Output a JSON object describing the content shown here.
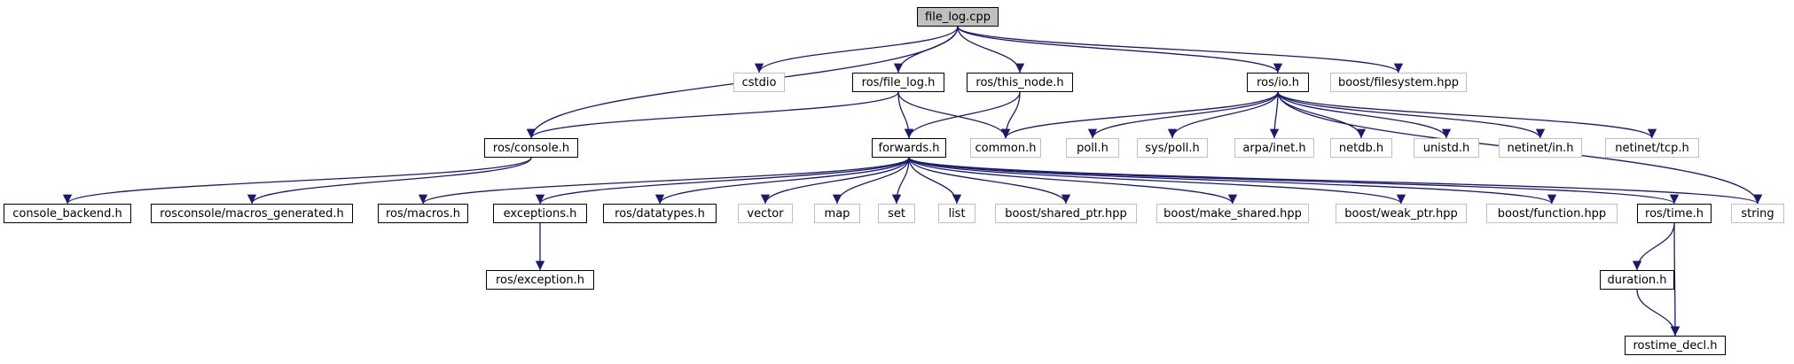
{
  "diagram": {
    "edge_color": "#191970",
    "ext_border_color": "#bfbfbf",
    "root_fill": "#bfbfbf",
    "nodes": {
      "file_log_cpp": {
        "label": "file_log.cpp",
        "style": "root"
      },
      "cstdio": {
        "label": "cstdio",
        "style": "ext"
      },
      "ros_file_log_h": {
        "label": "ros/file_log.h",
        "style": "normal"
      },
      "ros_this_node_h": {
        "label": "ros/this_node.h",
        "style": "normal"
      },
      "ros_io_h": {
        "label": "ros/io.h",
        "style": "normal"
      },
      "boost_filesystem_hpp": {
        "label": "boost/filesystem.hpp",
        "style": "ext"
      },
      "ros_console_h": {
        "label": "ros/console.h",
        "style": "normal"
      },
      "forwards_h": {
        "label": "forwards.h",
        "style": "normal"
      },
      "common_h": {
        "label": "common.h",
        "style": "ext"
      },
      "poll_h": {
        "label": "poll.h",
        "style": "ext"
      },
      "sys_poll_h": {
        "label": "sys/poll.h",
        "style": "ext"
      },
      "arpa_inet_h": {
        "label": "arpa/inet.h",
        "style": "ext"
      },
      "netdb_h": {
        "label": "netdb.h",
        "style": "ext"
      },
      "unistd_h": {
        "label": "unistd.h",
        "style": "ext"
      },
      "netinet_in_h": {
        "label": "netinet/in.h",
        "style": "ext"
      },
      "netinet_tcp_h": {
        "label": "netinet/tcp.h",
        "style": "ext"
      },
      "console_backend_h": {
        "label": "console_backend.h",
        "style": "normal"
      },
      "macros_generated_h": {
        "label": "rosconsole/macros_generated.h",
        "style": "normal"
      },
      "ros_macros_h": {
        "label": "ros/macros.h",
        "style": "normal"
      },
      "exceptions_h": {
        "label": "exceptions.h",
        "style": "normal"
      },
      "ros_datatypes_h": {
        "label": "ros/datatypes.h",
        "style": "normal"
      },
      "vector": {
        "label": "vector",
        "style": "ext"
      },
      "map": {
        "label": "map",
        "style": "ext"
      },
      "set": {
        "label": "set",
        "style": "ext"
      },
      "list": {
        "label": "list",
        "style": "ext"
      },
      "boost_shared_ptr_hpp": {
        "label": "boost/shared_ptr.hpp",
        "style": "ext"
      },
      "boost_make_shared_hpp": {
        "label": "boost/make_shared.hpp",
        "style": "ext"
      },
      "boost_weak_ptr_hpp": {
        "label": "boost/weak_ptr.hpp",
        "style": "ext"
      },
      "boost_function_hpp": {
        "label": "boost/function.hpp",
        "style": "ext"
      },
      "ros_time_h": {
        "label": "ros/time.h",
        "style": "normal"
      },
      "string": {
        "label": "string",
        "style": "ext"
      },
      "ros_exception_h": {
        "label": "ros/exception.h",
        "style": "normal"
      },
      "duration_h": {
        "label": "duration.h",
        "style": "normal"
      },
      "rostime_decl_h": {
        "label": "rostime_decl.h",
        "style": "normal"
      }
    },
    "edges": [
      [
        "file_log_cpp",
        "cstdio"
      ],
      [
        "file_log_cpp",
        "ros_file_log_h"
      ],
      [
        "file_log_cpp",
        "ros_console_h"
      ],
      [
        "file_log_cpp",
        "ros_this_node_h"
      ],
      [
        "file_log_cpp",
        "ros_io_h"
      ],
      [
        "file_log_cpp",
        "boost_filesystem_hpp"
      ],
      [
        "ros_file_log_h",
        "ros_console_h"
      ],
      [
        "ros_file_log_h",
        "forwards_h"
      ],
      [
        "ros_file_log_h",
        "common_h"
      ],
      [
        "ros_this_node_h",
        "forwards_h"
      ],
      [
        "ros_this_node_h",
        "common_h"
      ],
      [
        "ros_io_h",
        "common_h"
      ],
      [
        "ros_io_h",
        "poll_h"
      ],
      [
        "ros_io_h",
        "sys_poll_h"
      ],
      [
        "ros_io_h",
        "arpa_inet_h"
      ],
      [
        "ros_io_h",
        "netdb_h"
      ],
      [
        "ros_io_h",
        "unistd_h"
      ],
      [
        "ros_io_h",
        "netinet_in_h"
      ],
      [
        "ros_io_h",
        "netinet_tcp_h"
      ],
      [
        "ros_io_h",
        "string"
      ],
      [
        "ros_console_h",
        "console_backend_h"
      ],
      [
        "ros_console_h",
        "macros_generated_h"
      ],
      [
        "forwards_h",
        "ros_macros_h"
      ],
      [
        "forwards_h",
        "exceptions_h"
      ],
      [
        "forwards_h",
        "ros_datatypes_h"
      ],
      [
        "forwards_h",
        "vector"
      ],
      [
        "forwards_h",
        "map"
      ],
      [
        "forwards_h",
        "set"
      ],
      [
        "forwards_h",
        "list"
      ],
      [
        "forwards_h",
        "boost_shared_ptr_hpp"
      ],
      [
        "forwards_h",
        "boost_make_shared_hpp"
      ],
      [
        "forwards_h",
        "boost_weak_ptr_hpp"
      ],
      [
        "forwards_h",
        "boost_function_hpp"
      ],
      [
        "forwards_h",
        "ros_time_h"
      ],
      [
        "forwards_h",
        "string"
      ],
      [
        "exceptions_h",
        "ros_exception_h"
      ],
      [
        "ros_time_h",
        "duration_h"
      ],
      [
        "ros_time_h",
        "rostime_decl_h"
      ],
      [
        "duration_h",
        "rostime_decl_h"
      ]
    ]
  }
}
